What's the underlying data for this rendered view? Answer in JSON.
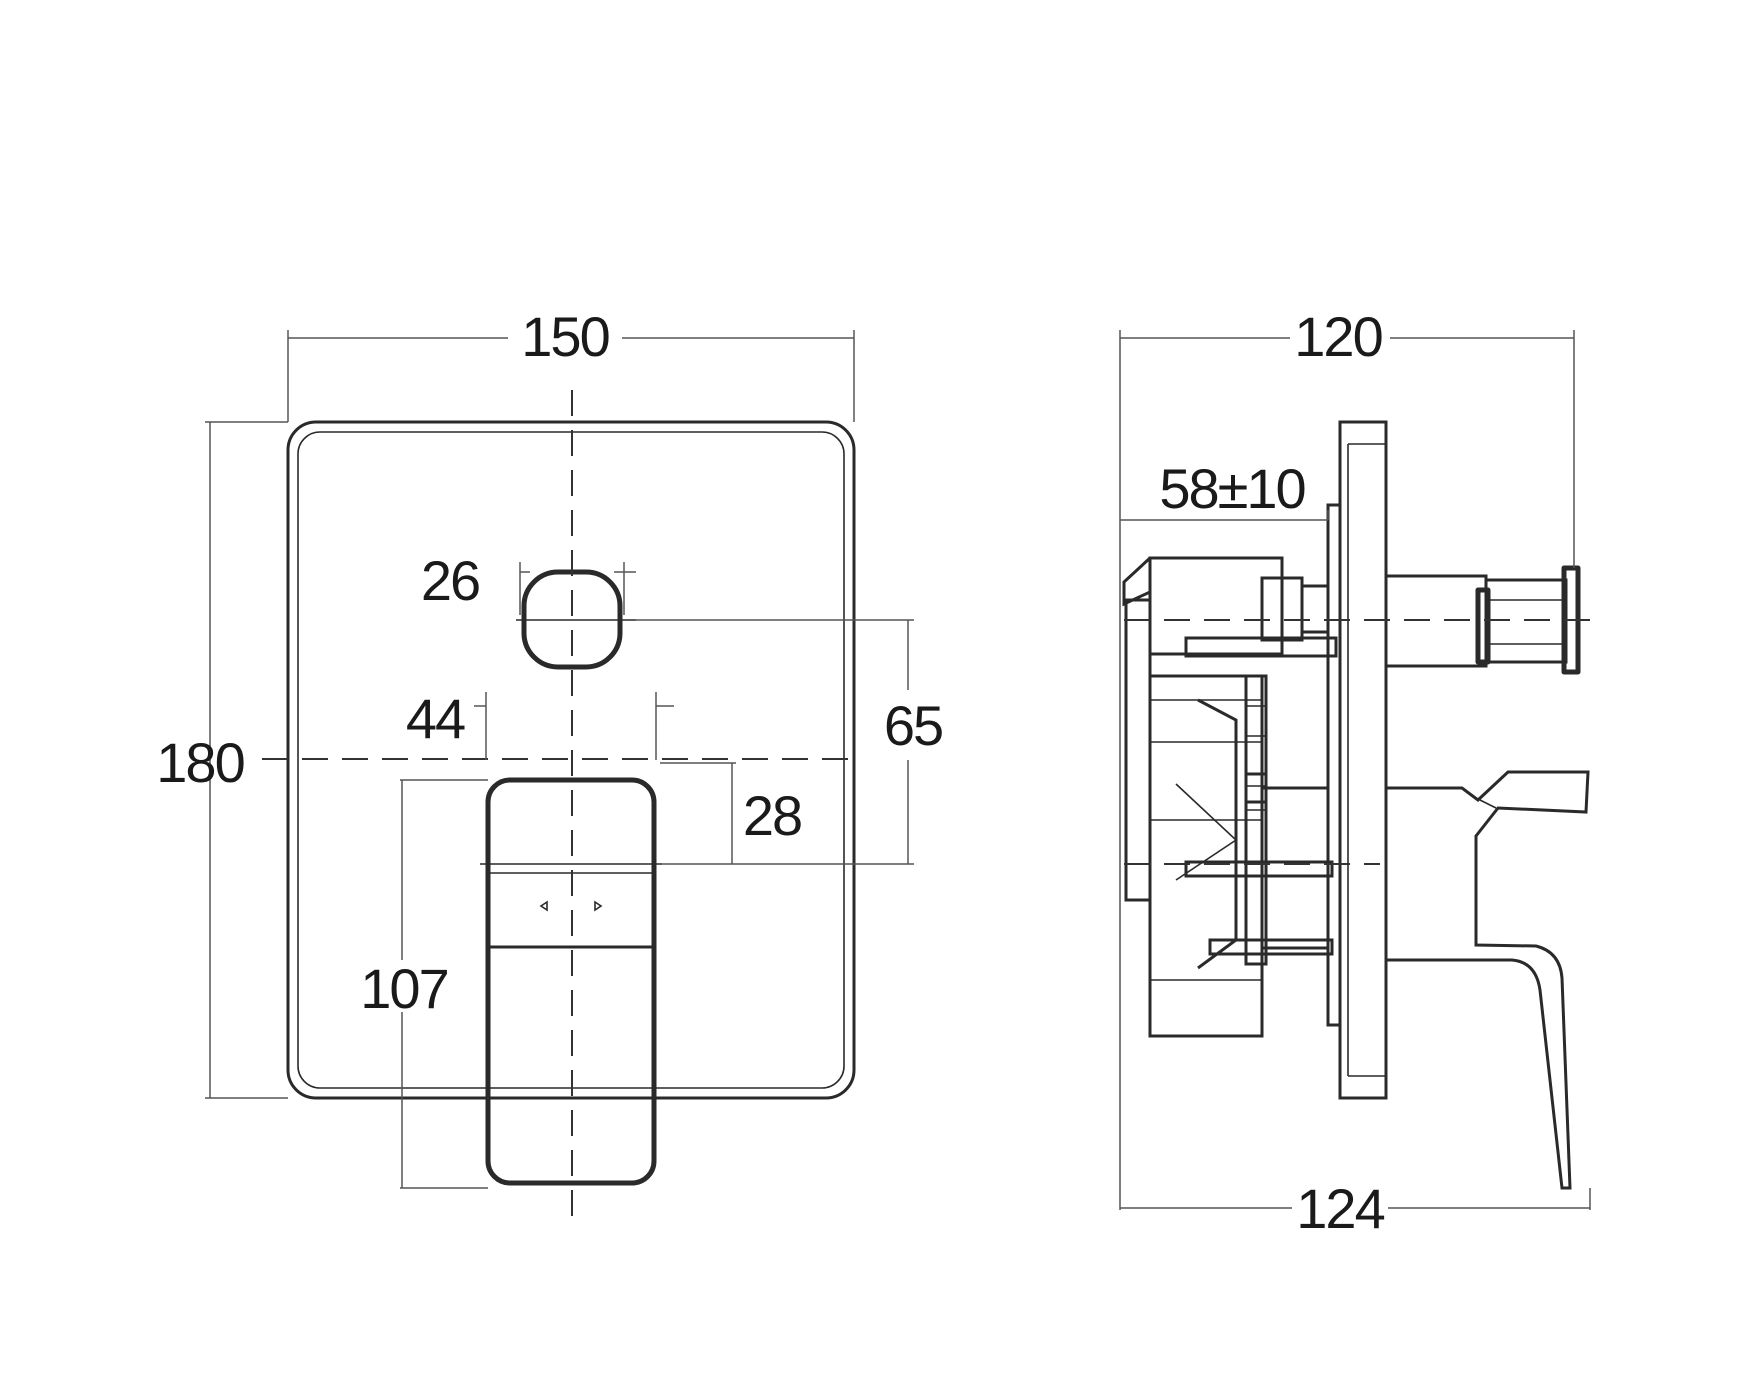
{
  "dimensions": {
    "front_width": "150",
    "front_height": "180",
    "knob_size": "26",
    "handle_width": "44",
    "knob_offset": "65",
    "handle_offset": "28",
    "handle_length": "107",
    "side_depth": "120",
    "body_depth": "58±10",
    "overall_depth": "124"
  },
  "colors": {
    "line": "#2a2a2a",
    "background": "#ffffff"
  }
}
